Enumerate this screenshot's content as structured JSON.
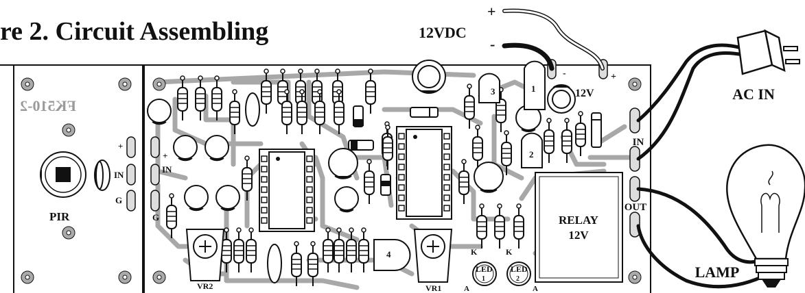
{
  "title": "re 2. Circuit Assembling",
  "power": {
    "label": "12VDC",
    "plus": "+",
    "minus": "-"
  },
  "board": {
    "marking": "FK510-2",
    "pir": "PIR",
    "pins_left": [
      "+",
      "IN",
      "G"
    ],
    "pins_mid": [
      "+",
      "IN",
      "G"
    ],
    "relay": [
      "RELAY",
      "12V"
    ],
    "relay_pin_plus": "+",
    "relay_pin_minus": "-",
    "relay_12v": "12V",
    "in_label": "IN",
    "out_label": "OUT",
    "vr2": "VR2",
    "vr1": "VR1",
    "ic_numbers": [
      "1",
      "2",
      "3",
      "4"
    ],
    "led1": [
      "LED",
      "1"
    ],
    "led2": [
      "LED",
      "2"
    ],
    "led_k": "K",
    "led_a": "A"
  },
  "external": {
    "ac_in": "AC IN",
    "lamp": "LAMP"
  },
  "colors": {
    "ink": "#111111",
    "track": "#a8a8a8",
    "paper": "#ffffff",
    "copper": "#8a8a8a"
  }
}
